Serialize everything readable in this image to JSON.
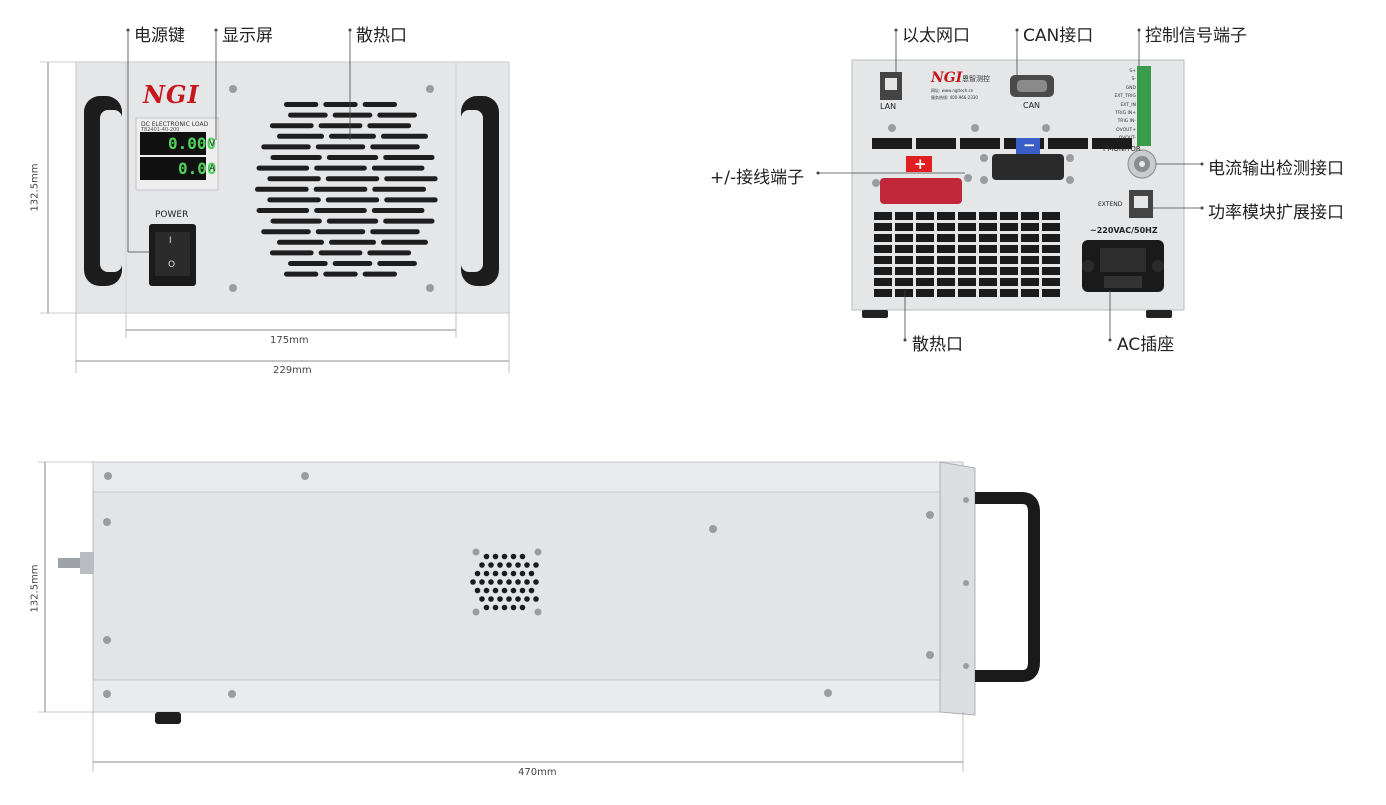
{
  "front": {
    "callouts": {
      "power_key": "电源键",
      "display": "显示屏",
      "vent": "散热口"
    },
    "brand": "NGI",
    "meter_title": "DC ELECTRONIC LOAD",
    "meter_model": "T82401-40-200",
    "voltage_reading": "0.000",
    "voltage_unit": "V",
    "current_reading": "0.00",
    "current_unit": "A",
    "power_label": "POWER",
    "switch_on": "I",
    "switch_off": "O",
    "height_dim": "132.5mm",
    "inner_width_dim": "175mm",
    "outer_width_dim": "229mm"
  },
  "rear": {
    "callouts": {
      "ethernet": "以太网口",
      "can": "CAN接口",
      "control_terminals": "控制信号端子",
      "terminals": "+/-接线端子",
      "current_monitor": "电流输出检测接口",
      "extend": "功率模块扩展接口",
      "vent": "散热口",
      "ac_socket": "AC插座"
    },
    "lan_label": "LAN",
    "can_label": "CAN",
    "brand": "NGI",
    "brand_sub": "恩智测控",
    "web_line": "网址: www.ngitech.cn",
    "phone_line": "服务热线: 400-966-2330",
    "terminal_pins": [
      "S+",
      "S-",
      "GND",
      "EXT_TRIG",
      "EXT_IN",
      "TRIG IN+",
      "TRIG IN-",
      "OVOUT+",
      "OVOUT-"
    ],
    "monitor_label": "I MONITOR",
    "extend_label": "EXTEND",
    "plus_label": "+",
    "minus_label": "−",
    "ac_label": "~220VAC/50HZ"
  },
  "side": {
    "height_dim": "132.5mm",
    "length_dim": "470mm"
  }
}
